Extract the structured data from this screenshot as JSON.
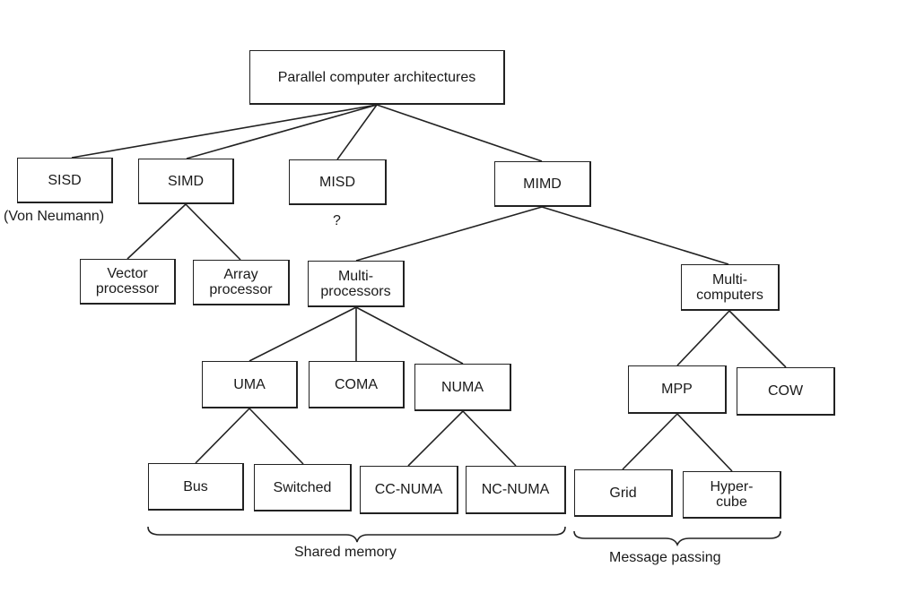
{
  "diagram": {
    "root": "Parallel computer architectures",
    "sisd": "SISD",
    "sisd_note": "(Von Neumann)",
    "simd": "SIMD",
    "misd": "MISD",
    "misd_note": "?",
    "mimd": "MIMD",
    "vector": [
      "Vector",
      "processor"
    ],
    "array": [
      "Array",
      "processor"
    ],
    "multiprocessors": [
      "Multi-",
      "processors"
    ],
    "multicomputers": [
      "Multi-",
      "computers"
    ],
    "uma": "UMA",
    "coma": "COMA",
    "numa": "NUMA",
    "mpp": "MPP",
    "cow": "COW",
    "bus": "Bus",
    "switched": "Switched",
    "cc_numa": "CC-NUMA",
    "nc_numa": "NC-NUMA",
    "grid": "Grid",
    "hypercube": [
      "Hyper-",
      "cube"
    ],
    "group_shared": "Shared memory",
    "group_message": "Message passing"
  }
}
